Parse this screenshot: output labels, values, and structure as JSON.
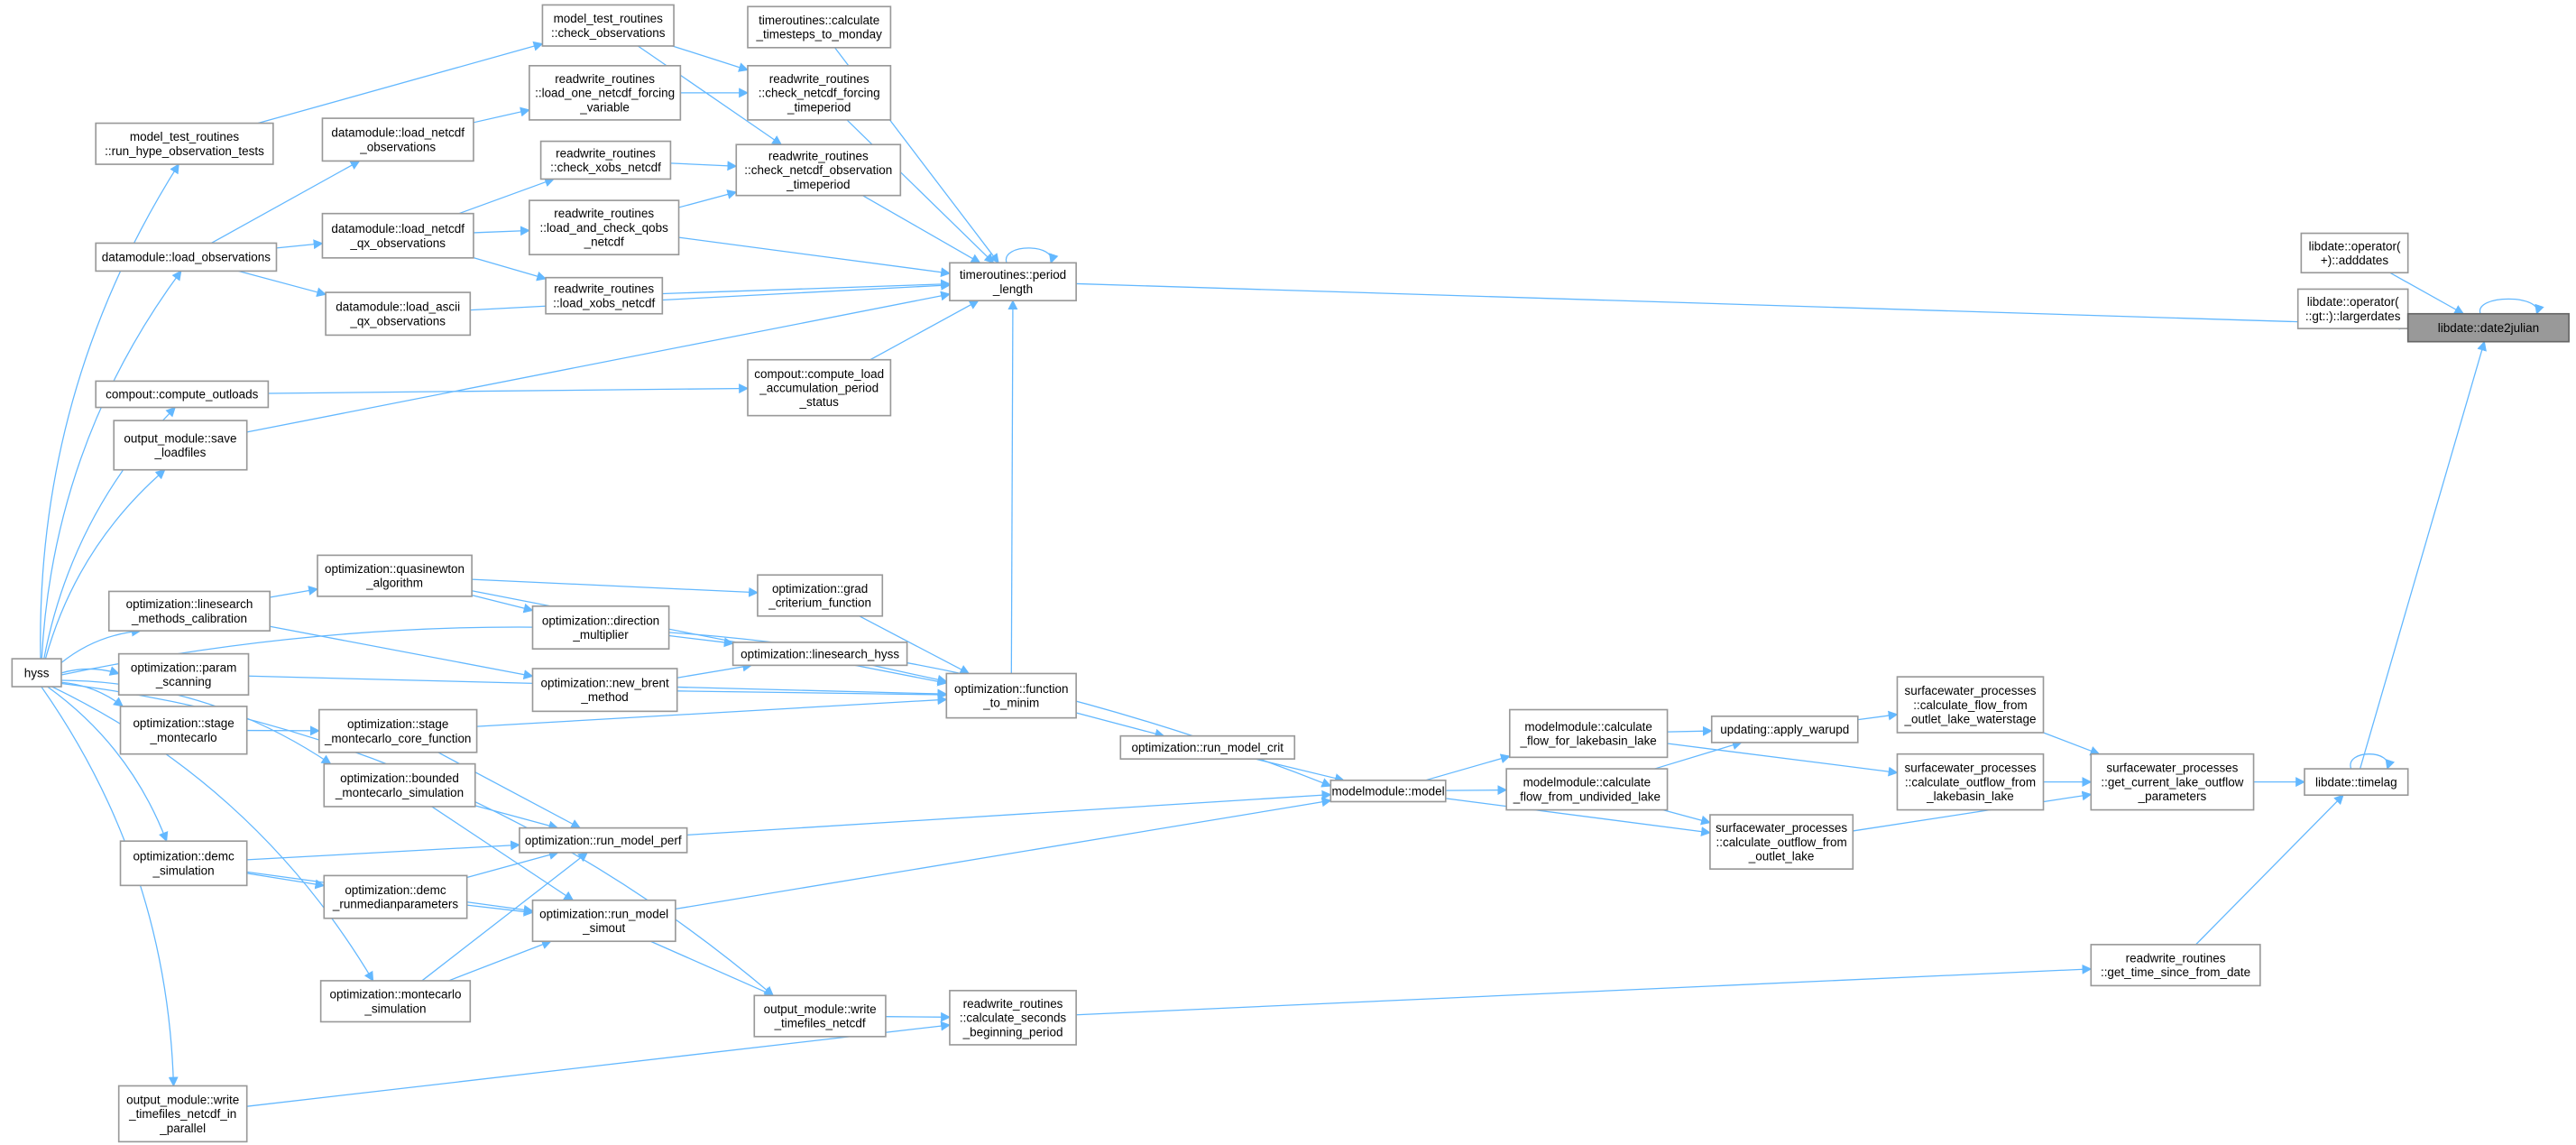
{
  "graph": {
    "title": "libdate::date2julian caller graph",
    "highlighted_node": "date2julian",
    "edge_color": "#63b8ff",
    "node_border_color": "#999999",
    "highlight_fill": "#999999",
    "nodes": {
      "hyss": [
        "hyss"
      ],
      "run_hype_obs": [
        "model_test_routines",
        "::run_hype_observation_tests"
      ],
      "load_observations": [
        "datamodule::load_observations"
      ],
      "compute_outloads": [
        "compout::compute_outloads"
      ],
      "save_loadfiles": [
        "output_module::save",
        "_loadfiles"
      ],
      "linesearch_calib": [
        "optimization::linesearch",
        "_methods_calibration"
      ],
      "param_scanning": [
        "optimization::param",
        "_scanning"
      ],
      "stage_montecarlo": [
        "optimization::stage",
        "_montecarlo"
      ],
      "demc_simulation": [
        "optimization::demc",
        "_simulation"
      ],
      "write_parallel": [
        "output_module::write",
        "_timefiles_netcdf_in",
        "_parallel"
      ],
      "load_netcdf_obs": [
        "datamodule::load_netcdf",
        "_observations"
      ],
      "load_netcdf_qx": [
        "datamodule::load_netcdf",
        "_qx_observations"
      ],
      "load_ascii_qx": [
        "datamodule::load_ascii",
        "_qx_observations"
      ],
      "check_observations": [
        "model_test_routines",
        "::check_observations"
      ],
      "load_one_netcdf": [
        "readwrite_routines",
        "::load_one_netcdf_forcing",
        "_variable"
      ],
      "check_xobs": [
        "readwrite_routines",
        "::check_xobs_netcdf"
      ],
      "load_check_qobs": [
        "readwrite_routines",
        "::load_and_check_qobs",
        "_netcdf"
      ],
      "load_xobs": [
        "readwrite_routines",
        "::load_xobs_netcdf"
      ],
      "timesteps_monday": [
        "timeroutines::calculate",
        "_timesteps_to_monday"
      ],
      "check_forcing_tp": [
        "readwrite_routines",
        "::check_netcdf_forcing",
        "_timeperiod"
      ],
      "check_obs_tp": [
        "readwrite_routines",
        "::check_netcdf_observation",
        "_timeperiod"
      ],
      "load_accum": [
        "compout::compute_load",
        "_accumulation_period",
        "_status"
      ],
      "period_length": [
        "timeroutines::period",
        "_length"
      ],
      "quasinewton": [
        "optimization::quasinewton",
        "_algorithm"
      ],
      "grad_criterium": [
        "optimization::grad",
        "_criterium_function"
      ],
      "direction_mult": [
        "optimization::direction",
        "_multiplier"
      ],
      "linesearch_hyss": [
        "optimization::linesearch_hyss"
      ],
      "new_brent": [
        "optimization::new_brent",
        "_method"
      ],
      "stage_mc_core": [
        "optimization::stage",
        "_montecarlo_core_function"
      ],
      "bounded_mc": [
        "optimization::bounded",
        "_montecarlo_simulation"
      ],
      "run_model_perf": [
        "optimization::run_model_perf"
      ],
      "demc_runmedian": [
        "optimization::demc",
        "_runmedianparameters"
      ],
      "run_model_simout": [
        "optimization::run_model",
        "_simout"
      ],
      "montecarlo_sim": [
        "optimization::montecarlo",
        "_simulation"
      ],
      "write_timefiles": [
        "output_module::write",
        "_timefiles_netcdf"
      ],
      "calc_seconds": [
        "readwrite_routines",
        "::calculate_seconds",
        "_beginning_period"
      ],
      "function_to_minim": [
        "optimization::function",
        "_to_minim"
      ],
      "run_model_crit": [
        "optimization::run_model_crit"
      ],
      "model": [
        "modelmodule::model"
      ],
      "flow_lakebasin": [
        "modelmodule::calculate",
        "_flow_for_lakebasin_lake"
      ],
      "flow_undivided": [
        "modelmodule::calculate",
        "_flow_from_undivided_lake"
      ],
      "apply_warupd": [
        "updating::apply_warupd"
      ],
      "flow_waterstage": [
        "surfacewater_processes",
        "::calculate_flow_from",
        "_outlet_lake_waterstage"
      ],
      "outflow_lakebasin": [
        "surfacewater_processes",
        "::calculate_outflow_from",
        "_lakebasin_lake"
      ],
      "outflow_outlet": [
        "surfacewater_processes",
        "::calculate_outflow_from",
        "_outlet_lake"
      ],
      "lake_outflow_params": [
        "surfacewater_processes",
        "::get_current_lake_outflow",
        "_parameters"
      ],
      "timelag": [
        "libdate::timelag"
      ],
      "time_since_date": [
        "readwrite_routines",
        "::get_time_since_from_date"
      ],
      "adddates": [
        "libdate::operator(",
        "+)::adddates"
      ],
      "largerdates": [
        "libdate::operator(",
        "::gt::)::largerdates"
      ],
      "date2julian": [
        "libdate::date2julian"
      ]
    },
    "edges": [
      [
        "hyss",
        "run_hype_obs"
      ],
      [
        "hyss",
        "load_observations"
      ],
      [
        "hyss",
        "compute_outloads"
      ],
      [
        "hyss",
        "save_loadfiles"
      ],
      [
        "hyss",
        "linesearch_calib"
      ],
      [
        "hyss",
        "param_scanning"
      ],
      [
        "hyss",
        "stage_montecarlo"
      ],
      [
        "hyss",
        "bounded_mc"
      ],
      [
        "hyss",
        "demc_simulation"
      ],
      [
        "hyss",
        "montecarlo_sim"
      ],
      [
        "hyss",
        "write_timefiles"
      ],
      [
        "hyss",
        "write_parallel"
      ],
      [
        "hyss",
        "model"
      ],
      [
        "run_hype_obs",
        "check_observations"
      ],
      [
        "load_observations",
        "load_netcdf_obs"
      ],
      [
        "load_observations",
        "load_netcdf_qx"
      ],
      [
        "load_observations",
        "load_ascii_qx"
      ],
      [
        "load_netcdf_obs",
        "load_one_netcdf"
      ],
      [
        "load_netcdf_qx",
        "check_xobs"
      ],
      [
        "load_netcdf_qx",
        "load_check_qobs"
      ],
      [
        "load_netcdf_qx",
        "load_xobs"
      ],
      [
        "load_ascii_qx",
        "period_length"
      ],
      [
        "check_observations",
        "check_forcing_tp"
      ],
      [
        "check_observations",
        "check_obs_tp"
      ],
      [
        "load_one_netcdf",
        "check_forcing_tp"
      ],
      [
        "check_xobs",
        "check_obs_tp"
      ],
      [
        "load_check_qobs",
        "check_obs_tp"
      ],
      [
        "load_check_qobs",
        "period_length"
      ],
      [
        "load_xobs",
        "period_length"
      ],
      [
        "timesteps_monday",
        "period_length"
      ],
      [
        "check_forcing_tp",
        "period_length"
      ],
      [
        "check_obs_tp",
        "period_length"
      ],
      [
        "compute_outloads",
        "load_accum"
      ],
      [
        "load_accum",
        "period_length"
      ],
      [
        "save_loadfiles",
        "period_length"
      ],
      [
        "function_to_minim",
        "period_length"
      ],
      [
        "period_length",
        "period_length"
      ],
      [
        "period_length",
        "date2julian"
      ],
      [
        "linesearch_calib",
        "quasinewton"
      ],
      [
        "linesearch_calib",
        "new_brent"
      ],
      [
        "quasinewton",
        "grad_criterium"
      ],
      [
        "quasinewton",
        "direction_mult"
      ],
      [
        "quasinewton",
        "function_to_minim"
      ],
      [
        "direction_mult",
        "linesearch_hyss"
      ],
      [
        "new_brent",
        "linesearch_hyss"
      ],
      [
        "new_brent",
        "function_to_minim"
      ],
      [
        "linesearch_hyss",
        "function_to_minim"
      ],
      [
        "grad_criterium",
        "function_to_minim"
      ],
      [
        "param_scanning",
        "function_to_minim"
      ],
      [
        "stage_montecarlo",
        "stage_mc_core"
      ],
      [
        "stage_mc_core",
        "function_to_minim"
      ],
      [
        "stage_mc_core",
        "run_model_perf"
      ],
      [
        "bounded_mc",
        "run_model_perf"
      ],
      [
        "bounded_mc",
        "run_model_simout"
      ],
      [
        "demc_simulation",
        "run_model_perf"
      ],
      [
        "demc_simulation",
        "demc_runmedian"
      ],
      [
        "demc_simulation",
        "run_model_simout"
      ],
      [
        "demc_runmedian",
        "run_model_perf"
      ],
      [
        "demc_runmedian",
        "run_model_simout"
      ],
      [
        "montecarlo_sim",
        "run_model_perf"
      ],
      [
        "montecarlo_sim",
        "run_model_simout"
      ],
      [
        "run_model_perf",
        "model"
      ],
      [
        "run_model_simout",
        "model"
      ],
      [
        "run_model_simout",
        "write_timefiles"
      ],
      [
        "write_timefiles",
        "calc_seconds"
      ],
      [
        "write_parallel",
        "calc_seconds"
      ],
      [
        "calc_seconds",
        "time_since_date"
      ],
      [
        "function_to_minim",
        "run_model_crit"
      ],
      [
        "run_model_crit",
        "model"
      ],
      [
        "model",
        "flow_lakebasin"
      ],
      [
        "model",
        "flow_undivided"
      ],
      [
        "model",
        "outflow_outlet"
      ],
      [
        "flow_lakebasin",
        "apply_warupd"
      ],
      [
        "flow_lakebasin",
        "outflow_lakebasin"
      ],
      [
        "flow_undivided",
        "apply_warupd"
      ],
      [
        "flow_undivided",
        "outflow_outlet"
      ],
      [
        "apply_warupd",
        "flow_waterstage"
      ],
      [
        "flow_waterstage",
        "lake_outflow_params"
      ],
      [
        "outflow_lakebasin",
        "lake_outflow_params"
      ],
      [
        "outflow_outlet",
        "lake_outflow_params"
      ],
      [
        "lake_outflow_params",
        "timelag"
      ],
      [
        "timelag",
        "timelag"
      ],
      [
        "timelag",
        "date2julian"
      ],
      [
        "time_since_date",
        "timelag"
      ],
      [
        "adddates",
        "date2julian"
      ],
      [
        "largerdates",
        "date2julian"
      ],
      [
        "date2julian",
        "date2julian"
      ]
    ]
  }
}
